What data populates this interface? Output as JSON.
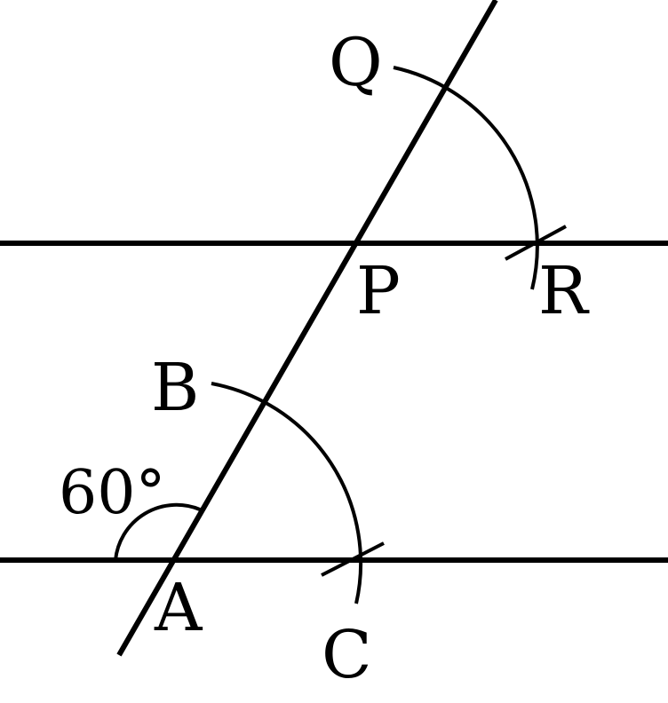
{
  "diagram": {
    "points": {
      "Q": "Q",
      "P": "P",
      "R": "R",
      "B": "B",
      "A": "A",
      "C": "C"
    },
    "angle_label": "60°",
    "colors": {
      "ink": "#000000",
      "background": "#ffffff"
    }
  }
}
